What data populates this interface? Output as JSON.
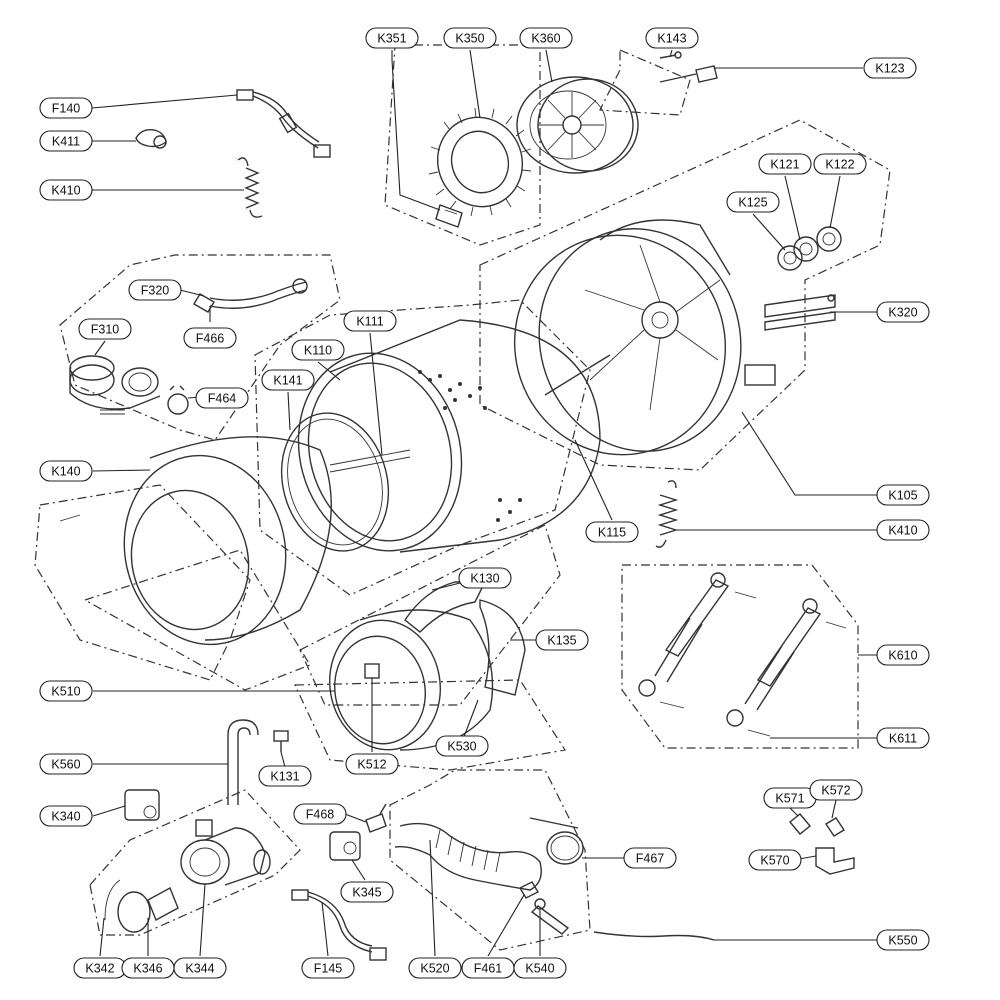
{
  "callouts": [
    {
      "id": "K351",
      "label": "K351"
    },
    {
      "id": "K350",
      "label": "K350"
    },
    {
      "id": "K360",
      "label": "K360"
    },
    {
      "id": "K143",
      "label": "K143"
    },
    {
      "id": "K123",
      "label": "K123"
    },
    {
      "id": "F140",
      "label": "F140"
    },
    {
      "id": "K411",
      "label": "K411"
    },
    {
      "id": "K410-top",
      "label": "K410"
    },
    {
      "id": "K121",
      "label": "K121"
    },
    {
      "id": "K122",
      "label": "K122"
    },
    {
      "id": "K125",
      "label": "K125"
    },
    {
      "id": "F320",
      "label": "F320"
    },
    {
      "id": "F310",
      "label": "F310"
    },
    {
      "id": "F466",
      "label": "F466"
    },
    {
      "id": "K111",
      "label": "K111"
    },
    {
      "id": "K110",
      "label": "K110"
    },
    {
      "id": "K320",
      "label": "K320"
    },
    {
      "id": "K141",
      "label": "K141"
    },
    {
      "id": "F464",
      "label": "F464"
    },
    {
      "id": "K140",
      "label": "K140"
    },
    {
      "id": "K105",
      "label": "K105"
    },
    {
      "id": "K115",
      "label": "K115"
    },
    {
      "id": "K410-right",
      "label": "K410"
    },
    {
      "id": "K130",
      "label": "K130"
    },
    {
      "id": "K135",
      "label": "K135"
    },
    {
      "id": "K610",
      "label": "K610"
    },
    {
      "id": "K510",
      "label": "K510"
    },
    {
      "id": "K530",
      "label": "K530"
    },
    {
      "id": "K611",
      "label": "K611"
    },
    {
      "id": "K560",
      "label": "K560"
    },
    {
      "id": "K131",
      "label": "K131"
    },
    {
      "id": "K512",
      "label": "K512"
    },
    {
      "id": "K571",
      "label": "K571"
    },
    {
      "id": "K572",
      "label": "K572"
    },
    {
      "id": "K340",
      "label": "K340"
    },
    {
      "id": "F468",
      "label": "F468"
    },
    {
      "id": "F467",
      "label": "F467"
    },
    {
      "id": "K570",
      "label": "K570"
    },
    {
      "id": "K345",
      "label": "K345"
    },
    {
      "id": "K550",
      "label": "K550"
    },
    {
      "id": "K342",
      "label": "K342"
    },
    {
      "id": "K346",
      "label": "K346"
    },
    {
      "id": "K344",
      "label": "K344"
    },
    {
      "id": "F145",
      "label": "F145"
    },
    {
      "id": "K520",
      "label": "K520"
    },
    {
      "id": "F461",
      "label": "F461"
    },
    {
      "id": "K540",
      "label": "K540"
    }
  ]
}
